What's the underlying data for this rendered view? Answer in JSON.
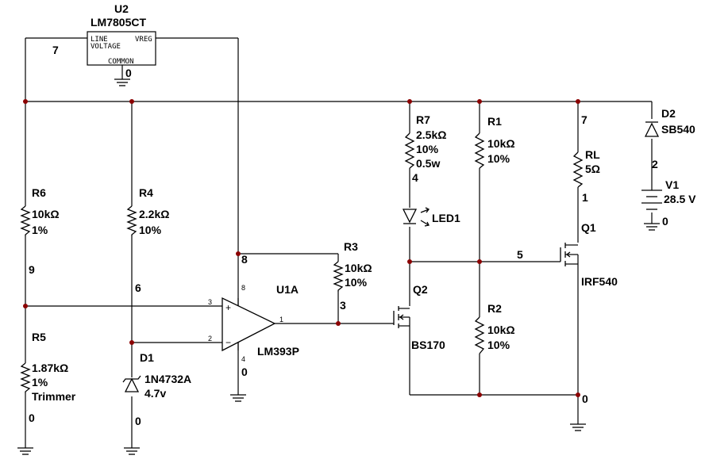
{
  "components": {
    "u2": {
      "ref": "U2",
      "part": "LM7805CT",
      "pin_line": "LINE",
      "pin_voltage": "VOLTAGE",
      "pin_vreg": "VREG",
      "pin_common": "COMMON",
      "node_gnd": "0"
    },
    "r6": {
      "ref": "R6",
      "value": "10kΩ",
      "tol": "1%"
    },
    "r4": {
      "ref": "R4",
      "value": "2.2kΩ",
      "tol": "10%"
    },
    "r5": {
      "ref": "R5",
      "value": "1.87kΩ",
      "tol": "1%",
      "note": "Trimmer"
    },
    "d1": {
      "ref": "D1",
      "part": "1N4732A",
      "value": "4.7v"
    },
    "r3": {
      "ref": "R3",
      "value": "10kΩ",
      "tol": "10%"
    },
    "u1a": {
      "ref": "U1A",
      "part": "LM393P",
      "pin3": "3",
      "pin2": "2",
      "pin1": "1",
      "pin8": "8",
      "pin4": "4",
      "plus": "+",
      "minus": "−"
    },
    "r7": {
      "ref": "R7",
      "value": "2.5kΩ",
      "tol": "10%",
      "power": "0.5w"
    },
    "led1": {
      "ref": "LED1"
    },
    "q2": {
      "ref": "Q2",
      "part": "BS170"
    },
    "r1": {
      "ref": "R1",
      "value": "10kΩ",
      "tol": "10%"
    },
    "r2": {
      "ref": "R2",
      "value": "10kΩ",
      "tol": "10%"
    },
    "rl": {
      "ref": "RL",
      "value": "5Ω"
    },
    "q1": {
      "ref": "Q1",
      "part": "IRF540"
    },
    "d2": {
      "ref": "D2",
      "part": "SB540"
    },
    "v1": {
      "ref": "V1",
      "value": "28.5 V"
    }
  },
  "nodes": {
    "n7_left": "7",
    "n9": "9",
    "n0_r5": "0",
    "n6": "6",
    "n0_d1": "0",
    "n8": "8",
    "n3": "3",
    "n0_u1": "0",
    "n4": "4",
    "n5": "5",
    "n7_right": "7",
    "n2": "2",
    "n1": "1",
    "n0_v1": "0",
    "n0_q1": "0"
  }
}
